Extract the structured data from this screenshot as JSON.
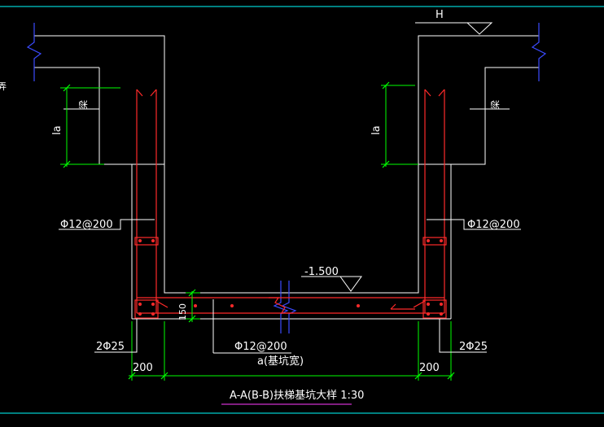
{
  "drawing": {
    "title": "A-A(B-B)扶梯基坑大样 1:30",
    "elevation_top": "H",
    "elevation_bottom": "-1.500",
    "left_beam_label": "梁",
    "right_beam_label": "梁",
    "left_anchor_label": "la",
    "right_anchor_label": "la",
    "left_wall_rebar": "Φ12@200",
    "right_wall_rebar": "Φ12@200",
    "slab_rebar": "Φ12@200",
    "pit_width_label": "a(基坑宽)",
    "left_corner_bars": "2Φ25",
    "right_corner_bars": "2Φ25",
    "left_wall_thickness": "200",
    "right_wall_thickness": "200",
    "slab_thickness": "150",
    "left_edge_mark": "弄"
  },
  "colors": {
    "background": "#000000",
    "structure": "#ffffff",
    "rebar": "#ff2a2a",
    "dimension": "#00ff00",
    "annotation": "#ffffff",
    "frame": "#00ffff",
    "break_line": "#3b4bff",
    "title_underline": "#ff3cff"
  }
}
